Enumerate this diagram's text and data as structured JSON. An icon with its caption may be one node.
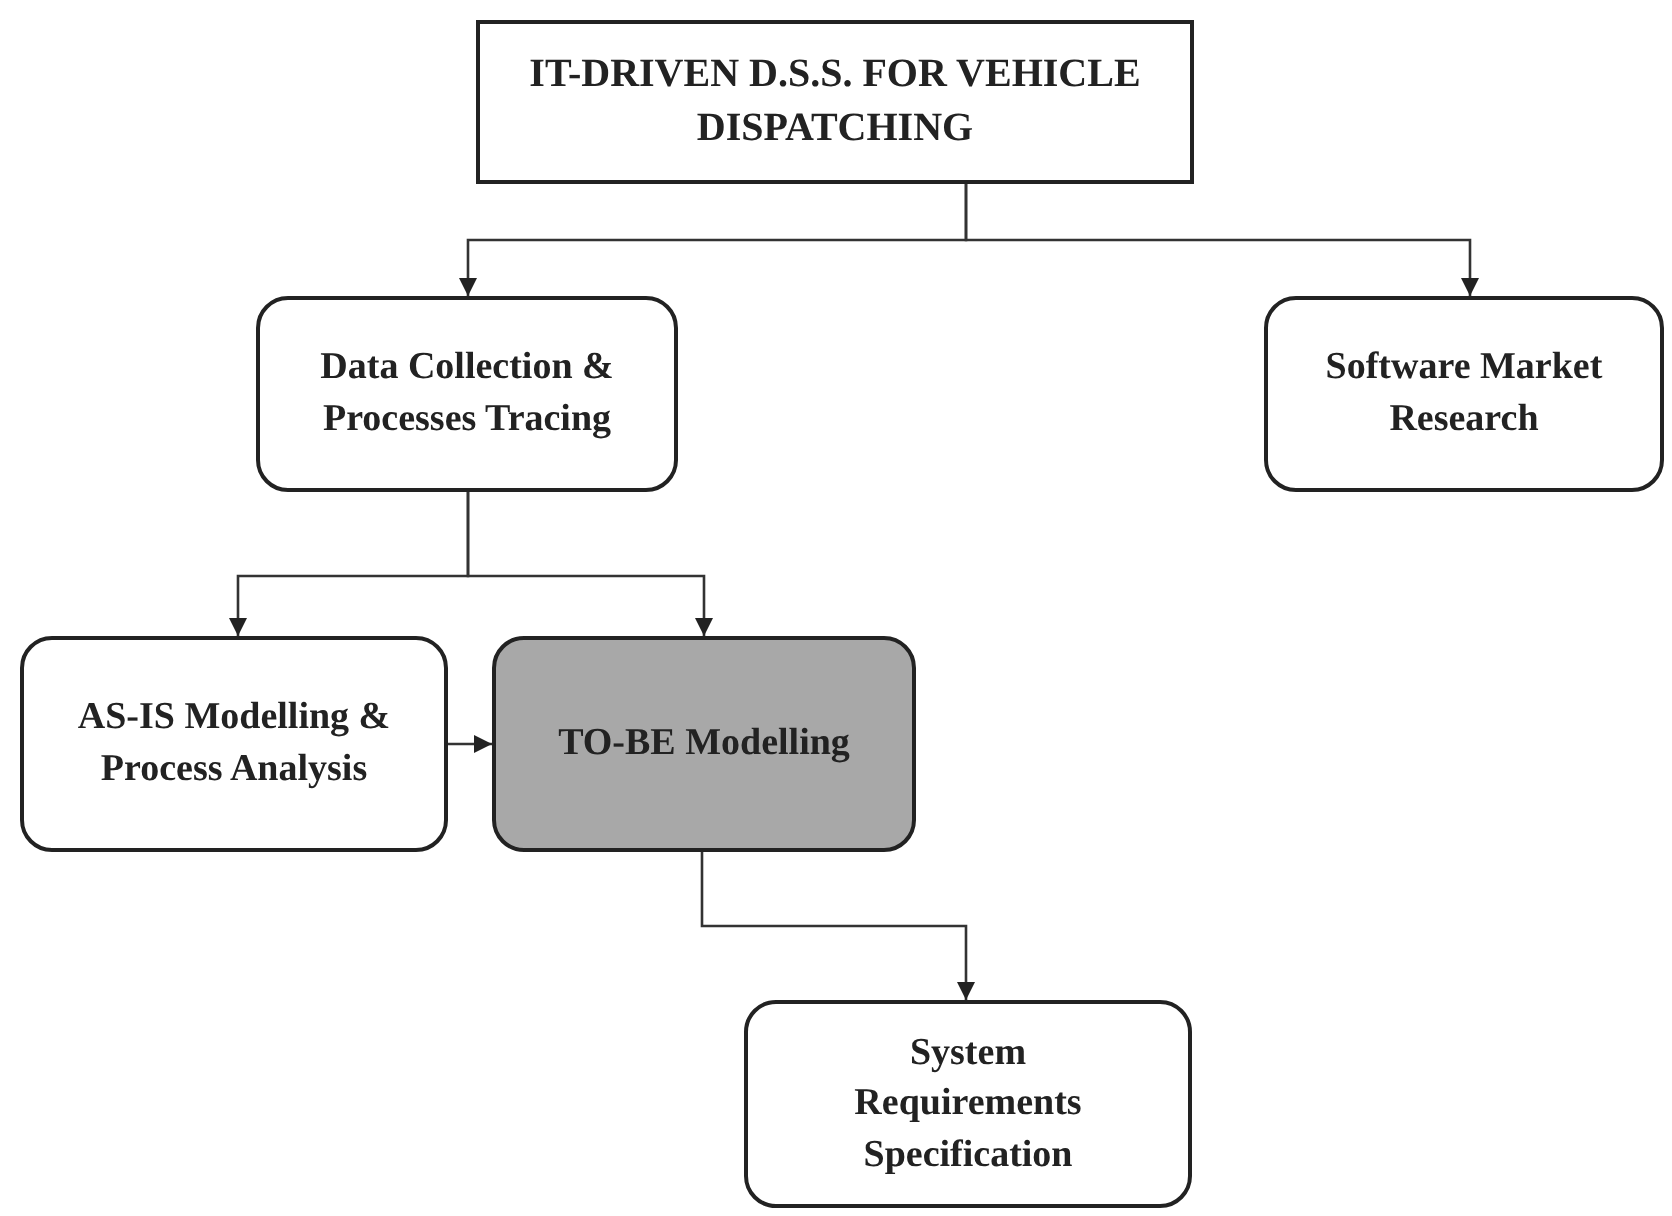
{
  "diagram": {
    "nodes": [
      {
        "text": [
          "IT-DRIVEN D.S.S. FOR VEHICLE DISPATCHING"
        ]
      },
      {
        "text": [
          "Data Collection & Processes Tracing"
        ]
      },
      {
        "text": [
          "Software Market Research"
        ]
      },
      {
        "text": [
          "AS-IS Modelling & Process Analysis"
        ]
      },
      {
        "text": [
          "TO-BE Modelling"
        ]
      },
      {
        "text": [
          "System Requirements Specification"
        ]
      }
    ],
    "edges": [
      {
        "from": 0,
        "to": 1,
        "arrow": "to"
      },
      {
        "from": 0,
        "to": 2,
        "arrow": "to"
      },
      {
        "from": 1,
        "to": 3,
        "arrow": "to"
      },
      {
        "from": 1,
        "to": 4,
        "arrow": "to"
      },
      {
        "from": 3,
        "to": 4,
        "arrow": "to"
      },
      {
        "from": 4,
        "to": 5,
        "arrow": "to"
      }
    ]
  }
}
